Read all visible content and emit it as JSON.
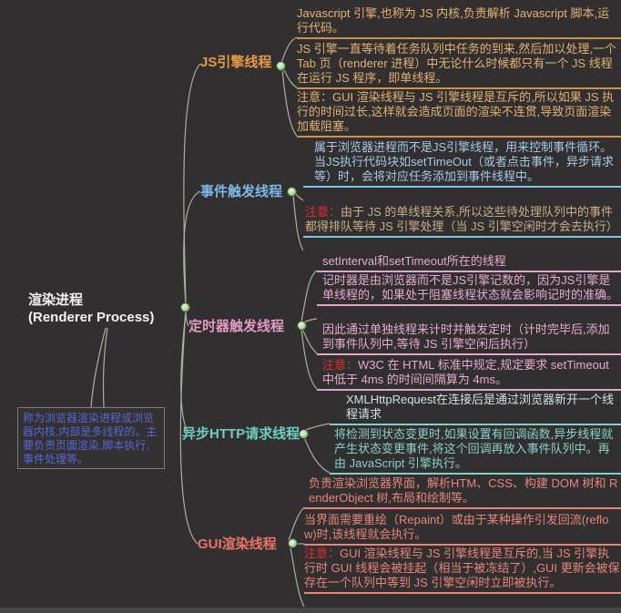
{
  "root": {
    "title_cn": "渲染进程",
    "title_en": "(Renderer Process)"
  },
  "note": {
    "text": "称为浏览器渲染进程或浏览器内核,内部是多线程的。主要负责页面渲染,脚本执行,事件处理等。"
  },
  "colors": {
    "background": "#322f30",
    "connector": "#a9b19f",
    "root_text": "#f4f2f2",
    "note_text": "#5568d6",
    "notice_red": "#e22e2e",
    "branch_js": "#e89a45",
    "branch_event": "#7db9e8",
    "branch_timer": "#e39cc3",
    "branch_async": "#6fcec2",
    "branch_gui": "#e8756a"
  },
  "branches": [
    {
      "label": "JS引擎线程",
      "children": [
        {
          "text": "Javascript 引擎,也称为 JS 内核,负责解析 Javascript 脚本,运行代码。"
        },
        {
          "text": "JS 引擎一直等待着任务队列中任务的到来,然后加以处理,一个 Tab 页（renderer 进程）中无论什么时候都只有一个 JS 线程在运行 JS 程序，即单线程。"
        },
        {
          "text": "注意：GUI 渲染线程与 JS 引擎线程是互斥的,所以如果 JS 执行的时间过长,这样就会造成页面的渲染不连贯,导致页面渲染加载阻塞。"
        }
      ]
    },
    {
      "label": "事件触发线程",
      "children": [
        {
          "text": "属于浏览器进程而不是JS引擎线程，用来控制事件循环。当JS执行代码块如setTimeOut（或者点击事件，异步请求等）时，会将对应任务添加到事件线程中。"
        },
        {
          "prefix": "注意：",
          "text": "由于 JS 的单线程关系,所以这些待处理队列中的事件都得排队等待 JS 引擎处理（当 JS 引擎空闲时才会去执行）"
        }
      ]
    },
    {
      "label": "定时器触发线程",
      "children": [
        {
          "text": "setInterval和setTimeout所在的线程"
        },
        {
          "text": "记时器是由浏览器而不是JS引擎记数的，因为JS引擎是单线程的，如果处于阻塞线程状态就会影响记时的准确。"
        },
        {
          "text": "因此通过单独线程来计时并触发定时（计时完毕后,添加到事件队列中,等待 JS 引擎空闲后执行）"
        },
        {
          "prefix": "注意：",
          "text": "W3C 在 HTML 标准中规定,规定要求 setTimeout 中低于 4ms 的时间间隔算为 4ms。"
        }
      ]
    },
    {
      "label": "异步HTTP请求线程",
      "children": [
        {
          "text": "XMLHttpRequest在连接后是通过浏览器新开一个线程请求"
        },
        {
          "text": "将检测到状态变更时,如果设置有回调函数,异步线程就产生状态变更事件,将这个回调再放入事件队列中。再由 JavaScript 引擎执行。"
        }
      ]
    },
    {
      "label": "GUI渲染线程",
      "children": [
        {
          "text": "负责渲染浏览器界面，解析HTM、CSS、构建 DOM 树和 RenderObject 树,布局和绘制等。"
        },
        {
          "text": "当界面需要重绘（Repaint）或由于某种操作引发回流(reflow)时,该线程就会执行。"
        },
        {
          "prefix": "注意：",
          "text": "GUI 渲染线程与 JS 引擎线程是互斥的,当 JS 引擎执行时 GUI 线程会被挂起（相当于被冻结了）,GUI 更新会被保存在一个队列中等到 JS 引擎空闲时立即被执行。"
        }
      ]
    }
  ]
}
